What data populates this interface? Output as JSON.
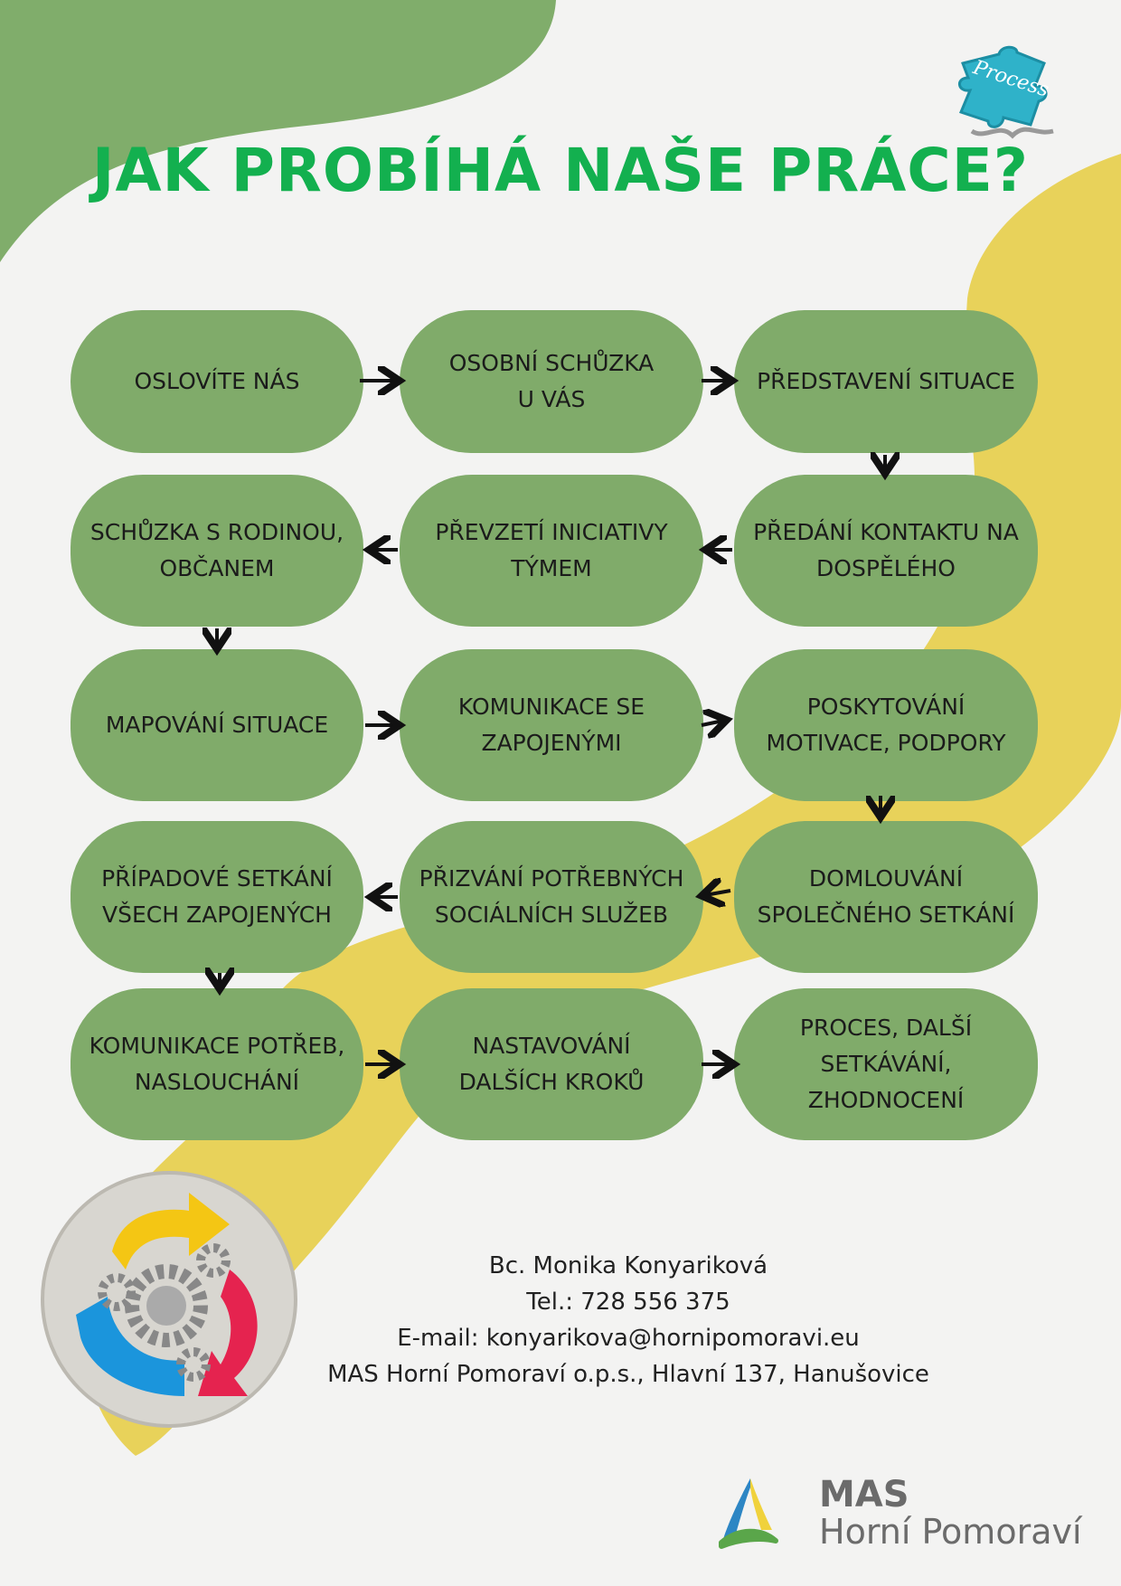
{
  "title": "JAK PROBÍHÁ NAŠE PRÁCE?",
  "puzzle_label": "Process",
  "steps": [
    "OSLOVÍTE NÁS",
    "OSOBNÍ SCHŮZKA\nU VÁS",
    "PŘEDSTAVENÍ SITUACE",
    "PŘEDÁNÍ KONTAKTU NA\nDOSPĚLÉHO",
    "PŘEVZETÍ INICIATIVY\nTÝMEM",
    "SCHŮZKA S RODINOU,\nOBČANEM",
    "MAPOVÁNÍ SITUACE",
    "KOMUNIKACE SE\nZAPOJENÝMI",
    "POSKYTOVÁNÍ\nMOTIVACE, PODPORY",
    "DOMLOUVÁNÍ\nSPOLEČNÉHO SETKÁNÍ",
    "PŘIZVÁNÍ POTŘEBNÝCH\nSOCIÁLNÍCH SLUŽEB",
    "PŘÍPADOVÉ SETKÁNÍ\nVŠECH ZAPOJENÝCH",
    "KOMUNIKACE POTŘEB,\nNASLOUCHÁNÍ",
    "NASTAVOVÁNÍ\nDALŠÍCH KROKŮ",
    "PROCES, DALŠÍ\nSETKÁVÁNÍ,\nZHODNOCENÍ"
  ],
  "contact": {
    "name": "Bc. Monika Konyariková",
    "phone": "Tel.: 728 556 375",
    "email": "E-mail: konyarikova@hornipomoravi.eu",
    "address": "MAS Horní Pomoraví o.p.s., Hlavní 137, Hanušovice"
  },
  "logo": {
    "line1": "MAS",
    "line2": "Horní Pomoraví"
  },
  "colors": {
    "green_shape": "#80ad6b",
    "yellow_shape": "#e8d25a",
    "pill": "#80ab6a",
    "title": "#13b04f"
  }
}
